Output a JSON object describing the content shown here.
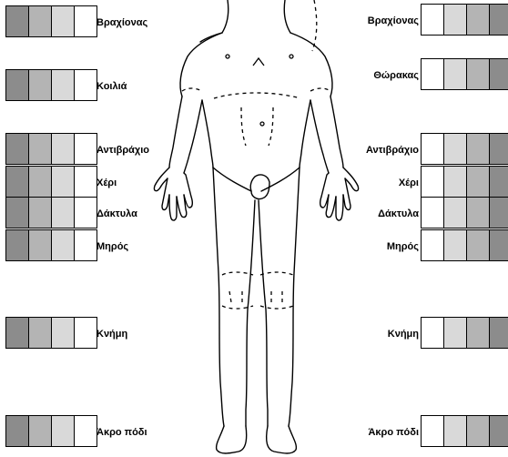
{
  "colors": {
    "dark": "#8c8c8c",
    "mid": "#b4b4b4",
    "light": "#d9d9d9",
    "white": "#ffffff",
    "outline": "#000000"
  },
  "left_panel": [
    {
      "id": "arm",
      "label": "Βραχίονας"
    },
    {
      "id": "abdomen",
      "label": "Κοιλιά"
    },
    {
      "id": "forearm",
      "label": "Αντιβράχιο"
    },
    {
      "id": "hand",
      "label": "Χέρι"
    },
    {
      "id": "fingers",
      "label": "Δάκτυλα"
    },
    {
      "id": "thigh",
      "label": "Μηρός"
    },
    {
      "id": "shin",
      "label": "Κνήμη"
    },
    {
      "id": "foot",
      "label": "Άκρο πόδι"
    }
  ],
  "right_panel": [
    {
      "id": "arm",
      "label": "Βραχίονας"
    },
    {
      "id": "chest",
      "label": "Θώρακας"
    },
    {
      "id": "forearm",
      "label": "Αντιβράχιο"
    },
    {
      "id": "hand",
      "label": "Χέρι"
    },
    {
      "id": "fingers",
      "label": "Δάκτυλα"
    },
    {
      "id": "thigh",
      "label": "Μηρός"
    },
    {
      "id": "shin",
      "label": "Κνήμη"
    },
    {
      "id": "foot",
      "label": "Άκρο πόδι"
    }
  ],
  "scale_left": [
    "dark",
    "mid",
    "light",
    "white"
  ],
  "scale_right": [
    "white",
    "light",
    "mid",
    "dark"
  ]
}
